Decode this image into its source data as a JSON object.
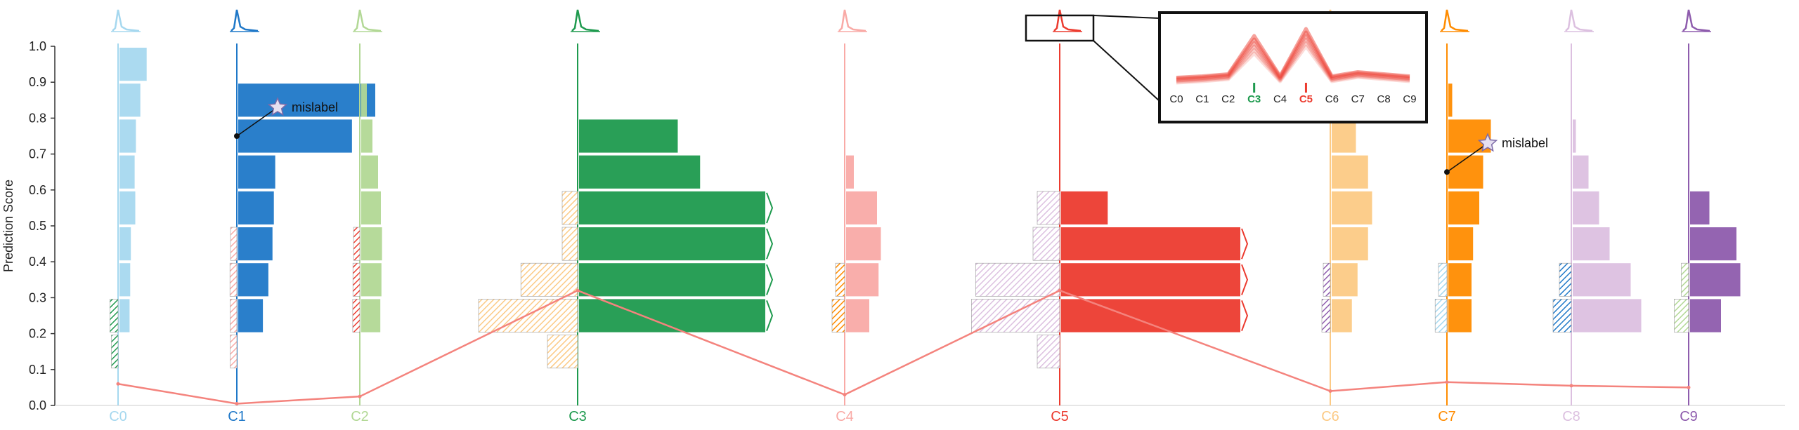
{
  "chart_data": {
    "type": "bar",
    "ylabel": "Prediction Score",
    "ylim": [
      0,
      1
    ],
    "yticks": [
      0.0,
      0.1,
      0.2,
      0.3,
      0.4,
      0.5,
      0.6,
      0.7,
      0.8,
      0.9,
      1.0
    ],
    "grid": false,
    "classes": [
      {
        "label": "C0",
        "color": "#a6d8ef",
        "bins": {
          "0.95": 0.43,
          "0.85": 0.33,
          "0.75": 0.26,
          "0.65": 0.24,
          "0.55": 0.25,
          "0.45": 0.18,
          "0.35": 0.17,
          "0.25": 0.16,
          "0.15": 0.0
        },
        "neg": {
          "0.25": 0.12,
          "0.15": 0.05
        }
      },
      {
        "label": "C1",
        "color": "#1f78c8",
        "bins": {
          "0.85": 1.0,
          "0.75": 0.83,
          "0.65": 0.27,
          "0.55": 0.26,
          "0.45": 0.25,
          "0.35": 0.22,
          "0.25": 0.18,
          "0.15": 0.0
        },
        "neg": {
          "0.45": 0.03,
          "0.35": 0.06,
          "0.25": 0.05,
          "0.15": 0.05
        }
      },
      {
        "label": "C2",
        "color": "#b2d895",
        "bins": {
          "0.85": 0.1,
          "0.75": 0.2,
          "0.65": 0.3,
          "0.55": 0.35,
          "0.45": 0.37,
          "0.35": 0.36,
          "0.25": 0.34
        },
        "neg": {
          "0.45": 0.03,
          "0.35": 0.06,
          "0.25": 0.07
        }
      },
      {
        "label": "C3",
        "color": "#1e9a4e",
        "bins": {
          "0.75": 0.53,
          "0.65": 0.65,
          "0.55": 1.0,
          "0.45": 1.0,
          "0.35": 1.0,
          "0.25": 1.0
        },
        "neg": {
          "0.55": 0.1,
          "0.45": 0.1,
          "0.35": 0.52,
          "0.25": 0.95,
          "0.15": 0.25,
          "0.05": 0.0
        }
      },
      {
        "label": "C4",
        "color": "#f9aaa6",
        "bins": {
          "0.65": 0.1,
          "0.55": 0.4,
          "0.45": 0.45,
          "0.35": 0.42,
          "0.25": 0.3
        },
        "neg": {
          "0.35": 0.1,
          "0.25": 0.2
        }
      },
      {
        "label": "C5",
        "color": "#ec3b2f",
        "bins": {
          "0.55": 0.26,
          "0.45": 1.0,
          "0.35": 1.0,
          "0.25": 1.0
        },
        "neg": {
          "0.55": 0.2,
          "0.45": 0.25,
          "0.35": 0.93,
          "0.25": 0.98,
          "0.15": 0.2
        }
      },
      {
        "label": "C6",
        "color": "#fcca85",
        "bins": {
          "0.75": 0.3,
          "0.65": 0.45,
          "0.55": 0.5,
          "0.45": 0.45,
          "0.35": 0.32,
          "0.25": 0.25
        },
        "neg": {
          "0.35": 0.05,
          "0.25": 0.1
        }
      },
      {
        "label": "C7",
        "color": "#ff8c00",
        "bins": {
          "0.85": 0.05,
          "0.75": 0.55,
          "0.65": 0.45,
          "0.55": 0.4,
          "0.45": 0.32,
          "0.35": 0.3,
          "0.25": 0.3
        },
        "neg": {
          "0.35": 0.1,
          "0.25": 0.22
        }
      },
      {
        "label": "C8",
        "color": "#dcc0e0",
        "bins": {
          "0.75": 0.03,
          "0.65": 0.15,
          "0.55": 0.25,
          "0.45": 0.35,
          "0.35": 0.55,
          "0.25": 0.65
        },
        "neg": {
          "0.35": 0.15,
          "0.25": 0.3
        }
      },
      {
        "label": "C9",
        "color": "#8e5cad",
        "bins": {
          "0.55": 0.25,
          "0.45": 0.6,
          "0.35": 0.65,
          "0.25": 0.4
        },
        "neg": {
          "0.35": 0.05,
          "0.25": 0.25
        }
      }
    ],
    "trend_line": {
      "color": "#f4837d",
      "values": [
        0.06,
        0.005,
        0.025,
        0.32,
        0.03,
        0.32,
        0.04,
        0.065,
        0.055,
        0.05
      ]
    },
    "annotations": [
      {
        "text": "mislabel",
        "class": "C1",
        "score": 0.83
      },
      {
        "text": "mislabel",
        "class": "C7",
        "score": 0.73
      }
    ],
    "inset": {
      "classes": [
        "C0",
        "C1",
        "C2",
        "C3",
        "C4",
        "C5",
        "C6",
        "C7",
        "C8",
        "C9"
      ],
      "highlight": [
        "C3",
        "C5"
      ],
      "highlight_colors": {
        "C3": "#1e9a4e",
        "C5": "#ec3b2f"
      }
    }
  }
}
